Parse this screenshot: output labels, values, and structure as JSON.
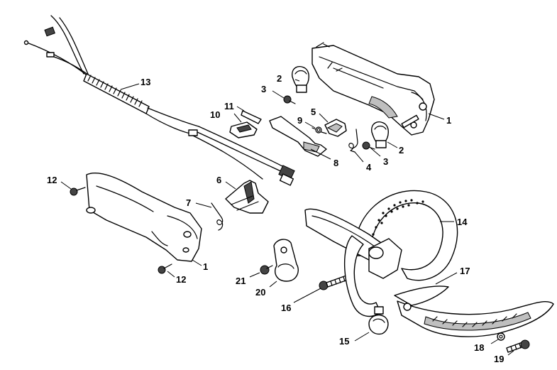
{
  "diagram": {
    "callouts": [
      {
        "id": "c1a",
        "label": "1"
      },
      {
        "id": "c1b",
        "label": "1"
      },
      {
        "id": "c2a",
        "label": "2"
      },
      {
        "id": "c2b",
        "label": "2"
      },
      {
        "id": "c3a",
        "label": "3"
      },
      {
        "id": "c3b",
        "label": "3"
      },
      {
        "id": "c4",
        "label": "4"
      },
      {
        "id": "c5",
        "label": "5"
      },
      {
        "id": "c6",
        "label": "6"
      },
      {
        "id": "c7",
        "label": "7"
      },
      {
        "id": "c8",
        "label": "8"
      },
      {
        "id": "c9",
        "label": "9"
      },
      {
        "id": "c10",
        "label": "10"
      },
      {
        "id": "c11",
        "label": "11"
      },
      {
        "id": "c12a",
        "label": "12"
      },
      {
        "id": "c12b",
        "label": "12"
      },
      {
        "id": "c13",
        "label": "13"
      },
      {
        "id": "c14",
        "label": "14"
      },
      {
        "id": "c15",
        "label": "15"
      },
      {
        "id": "c16",
        "label": "16"
      },
      {
        "id": "c17",
        "label": "17"
      },
      {
        "id": "c18",
        "label": "18"
      },
      {
        "id": "c19",
        "label": "19"
      },
      {
        "id": "c20",
        "label": "20"
      },
      {
        "id": "c21",
        "label": "21"
      }
    ]
  }
}
